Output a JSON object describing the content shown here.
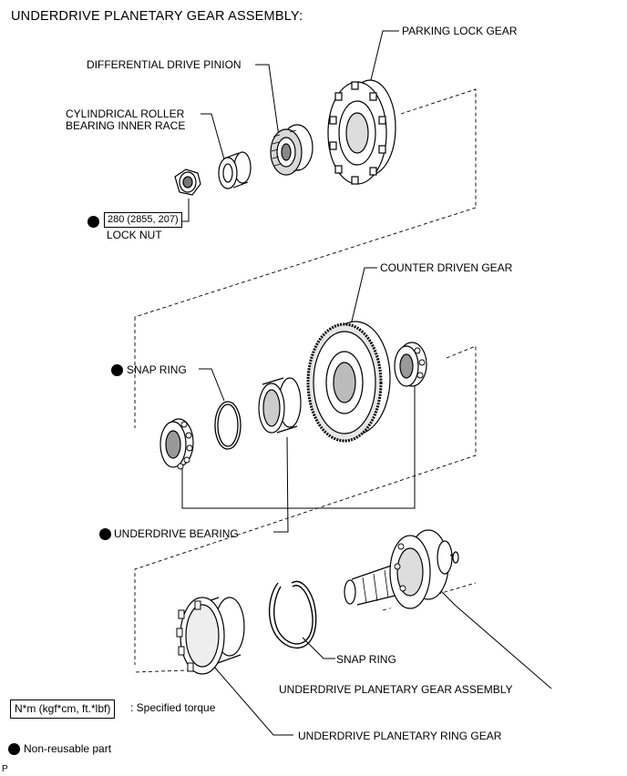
{
  "title": "UNDERDRIVE PLANETARY GEAR ASSEMBLY:",
  "labels": {
    "parking_lock_gear": "PARKING LOCK GEAR",
    "differential_drive_pinion": "DIFFERENTIAL DRIVE PINION",
    "cyl_roller_line1": "CYLINDRICAL ROLLER",
    "cyl_roller_line2": "BEARING INNER RACE",
    "lock_nut": "LOCK NUT",
    "counter_driven_gear": "COUNTER DRIVEN GEAR",
    "snap_ring_upper": "SNAP RING",
    "underdrive_bearing": "UNDERDRIVE BEARING",
    "snap_ring_lower": "SNAP RING",
    "underdrive_planetary_gear_assembly": "UNDERDRIVE PLANETARY GEAR ASSEMBLY",
    "underdrive_planetary_ring_gear": "UNDERDRIVE PLANETARY RING GEAR"
  },
  "torque": {
    "lock_nut_value": "280 (2855, 207)"
  },
  "legend": {
    "torque_unit": "N*m (kgf*cm, ft.*lbf)",
    "torque_desc": ": Specified torque",
    "non_reusable": "Non-reusable part"
  },
  "corner_mark": "P",
  "colors": {
    "ink": "#000000",
    "paper": "#ffffff",
    "shade": "#9a9a9a"
  }
}
